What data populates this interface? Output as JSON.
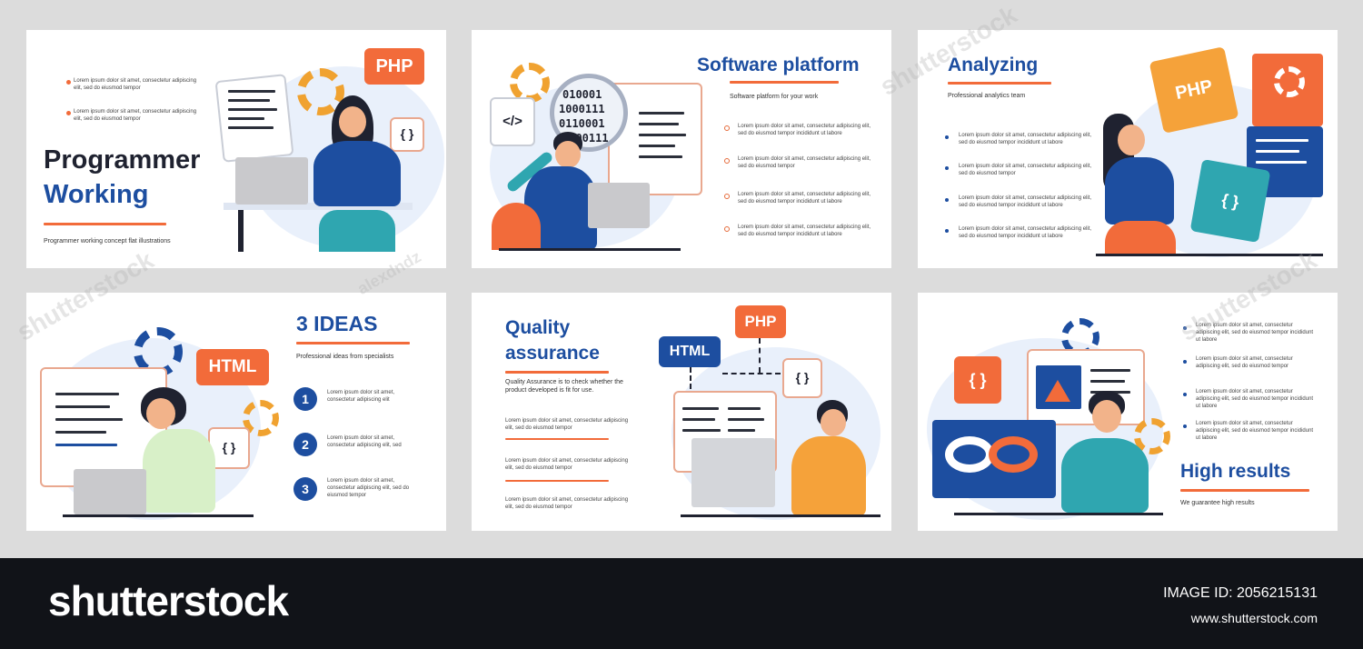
{
  "slides": {
    "s1": {
      "title_line1": "Programmer",
      "title_line2": "Working",
      "subtitle": "Programmer working concept flat illustrations",
      "bullet1": "Lorem ipsum dolor sit amet, consectetur adipiscing elit, sed do eiusmod tempor",
      "bullet2": "Lorem ipsum dolor sit amet, consectetur adipiscing elit, sed do eiusmod tempor",
      "bubble": "PHP",
      "brace": "{ }"
    },
    "s2": {
      "title": "Software platform",
      "subtitle": "Software platform for your work",
      "items": [
        "Lorem ipsum dolor sit amet, consectetur adipiscing elit, sed do eiusmod tempor incididunt ut labore",
        "Lorem ipsum dolor sit amet, consectetur adipiscing elit, sed do eiusmod tempor",
        "Lorem ipsum dolor sit amet, consectetur adipiscing elit, sed do eiusmod tempor incididunt ut labore",
        "Lorem ipsum dolor sit amet, consectetur adipiscing elit, sed do eiusmod tempor incididunt ut labore"
      ],
      "binary1": "010001",
      "binary2": "1000111",
      "binary3": "0110001",
      "binary4": "0000111",
      "tag": "</>"
    },
    "s3": {
      "title": "Analyzing",
      "subtitle": "Professional analytics team",
      "items": [
        "Lorem ipsum dolor sit amet, consectetur adipiscing elit, sed do eiusmod tempor incididunt ut labore",
        "Lorem ipsum dolor sit amet, consectetur adipiscing elit, sed do eiusmod tempor",
        "Lorem ipsum dolor sit amet, consectetur adipiscing elit, sed do eiusmod tempor incididunt ut labore",
        "Lorem ipsum dolor sit amet, consectetur adipiscing elit, sed do eiusmod tempor incididunt ut labore"
      ],
      "puzzle": "PHP",
      "brace": "{ }"
    },
    "s4": {
      "title": "3 IDEAS",
      "subtitle": "Professional ideas from specialists",
      "items": [
        {
          "num": "1",
          "text": "Lorem ipsum dolor sit amet, consectetur adipiscing elit"
        },
        {
          "num": "2",
          "text": "Lorem ipsum dolor sit amet, consectetur adipiscing elit, sed"
        },
        {
          "num": "3",
          "text": "Lorem ipsum dolor sit amet, consectetur adipiscing elit, sed do eiusmod tempor"
        }
      ],
      "bubble": "HTML",
      "brace": "{ }"
    },
    "s5": {
      "title_line1": "Quality",
      "title_line2": "assurance",
      "subtitle": "Quality Assurance is to check whether the product developed is fit for use.",
      "items": [
        "Lorem ipsum dolor sit amet, consectetur adipiscing elit, sed do eiusmod tempor",
        "Lorem ipsum dolor sit amet, consectetur adipiscing elit, sed do eiusmod tempor",
        "Lorem ipsum dolor sit amet, consectetur adipiscing elit, sed do eiusmod tempor"
      ],
      "html_tag": "HTML",
      "php_tag": "PHP",
      "brace": "{ }"
    },
    "s6": {
      "title": "High results",
      "subtitle": "We guarantee high results",
      "items": [
        "Lorem ipsum dolor sit amet, consectetur adipiscing elit, sed do eiusmod tempor incididunt ut labore",
        "Lorem ipsum dolor sit amet, consectetur adipiscing elit, sed do eiusmod tempor",
        "Lorem ipsum dolor sit amet, consectetur adipiscing elit, sed do eiusmod tempor incididunt ut labore",
        "Lorem ipsum dolor sit amet, consectetur adipiscing elit, sed do eiusmod tempor incididunt ut labore"
      ],
      "brace": "{ }"
    }
  },
  "footer": {
    "logo": "shutterstock",
    "image_id": "IMAGE ID: 2056215131",
    "url": "www.shutterstock.com"
  },
  "watermarks": [
    "shutterstock",
    "shutterstock",
    "shutterstock",
    "alexdndz"
  ],
  "colors": {
    "navy": "#1d4ea0",
    "orange": "#f26b3a",
    "teal": "#2fa6b0",
    "dark": "#1f2230",
    "background": "#dcdcdc",
    "ribbon": "#111318"
  }
}
